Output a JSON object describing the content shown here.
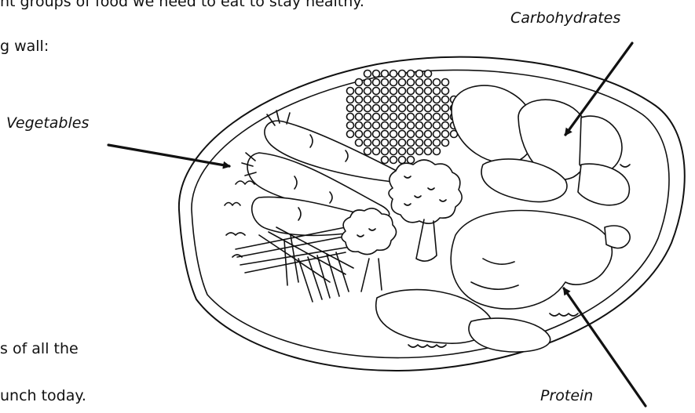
{
  "worksheet": {
    "line_top": "nt groups of food we need to eat to stay healthy.",
    "line_wall": "g wall:",
    "line_all": "s of all the",
    "line_lunch": "unch today."
  },
  "labels": {
    "carbohydrates": "Carbohydrates",
    "vegetables": "Vegetables",
    "protein": "Protein"
  },
  "colors": {
    "ink": "#111111",
    "paper": "#ffffff"
  }
}
